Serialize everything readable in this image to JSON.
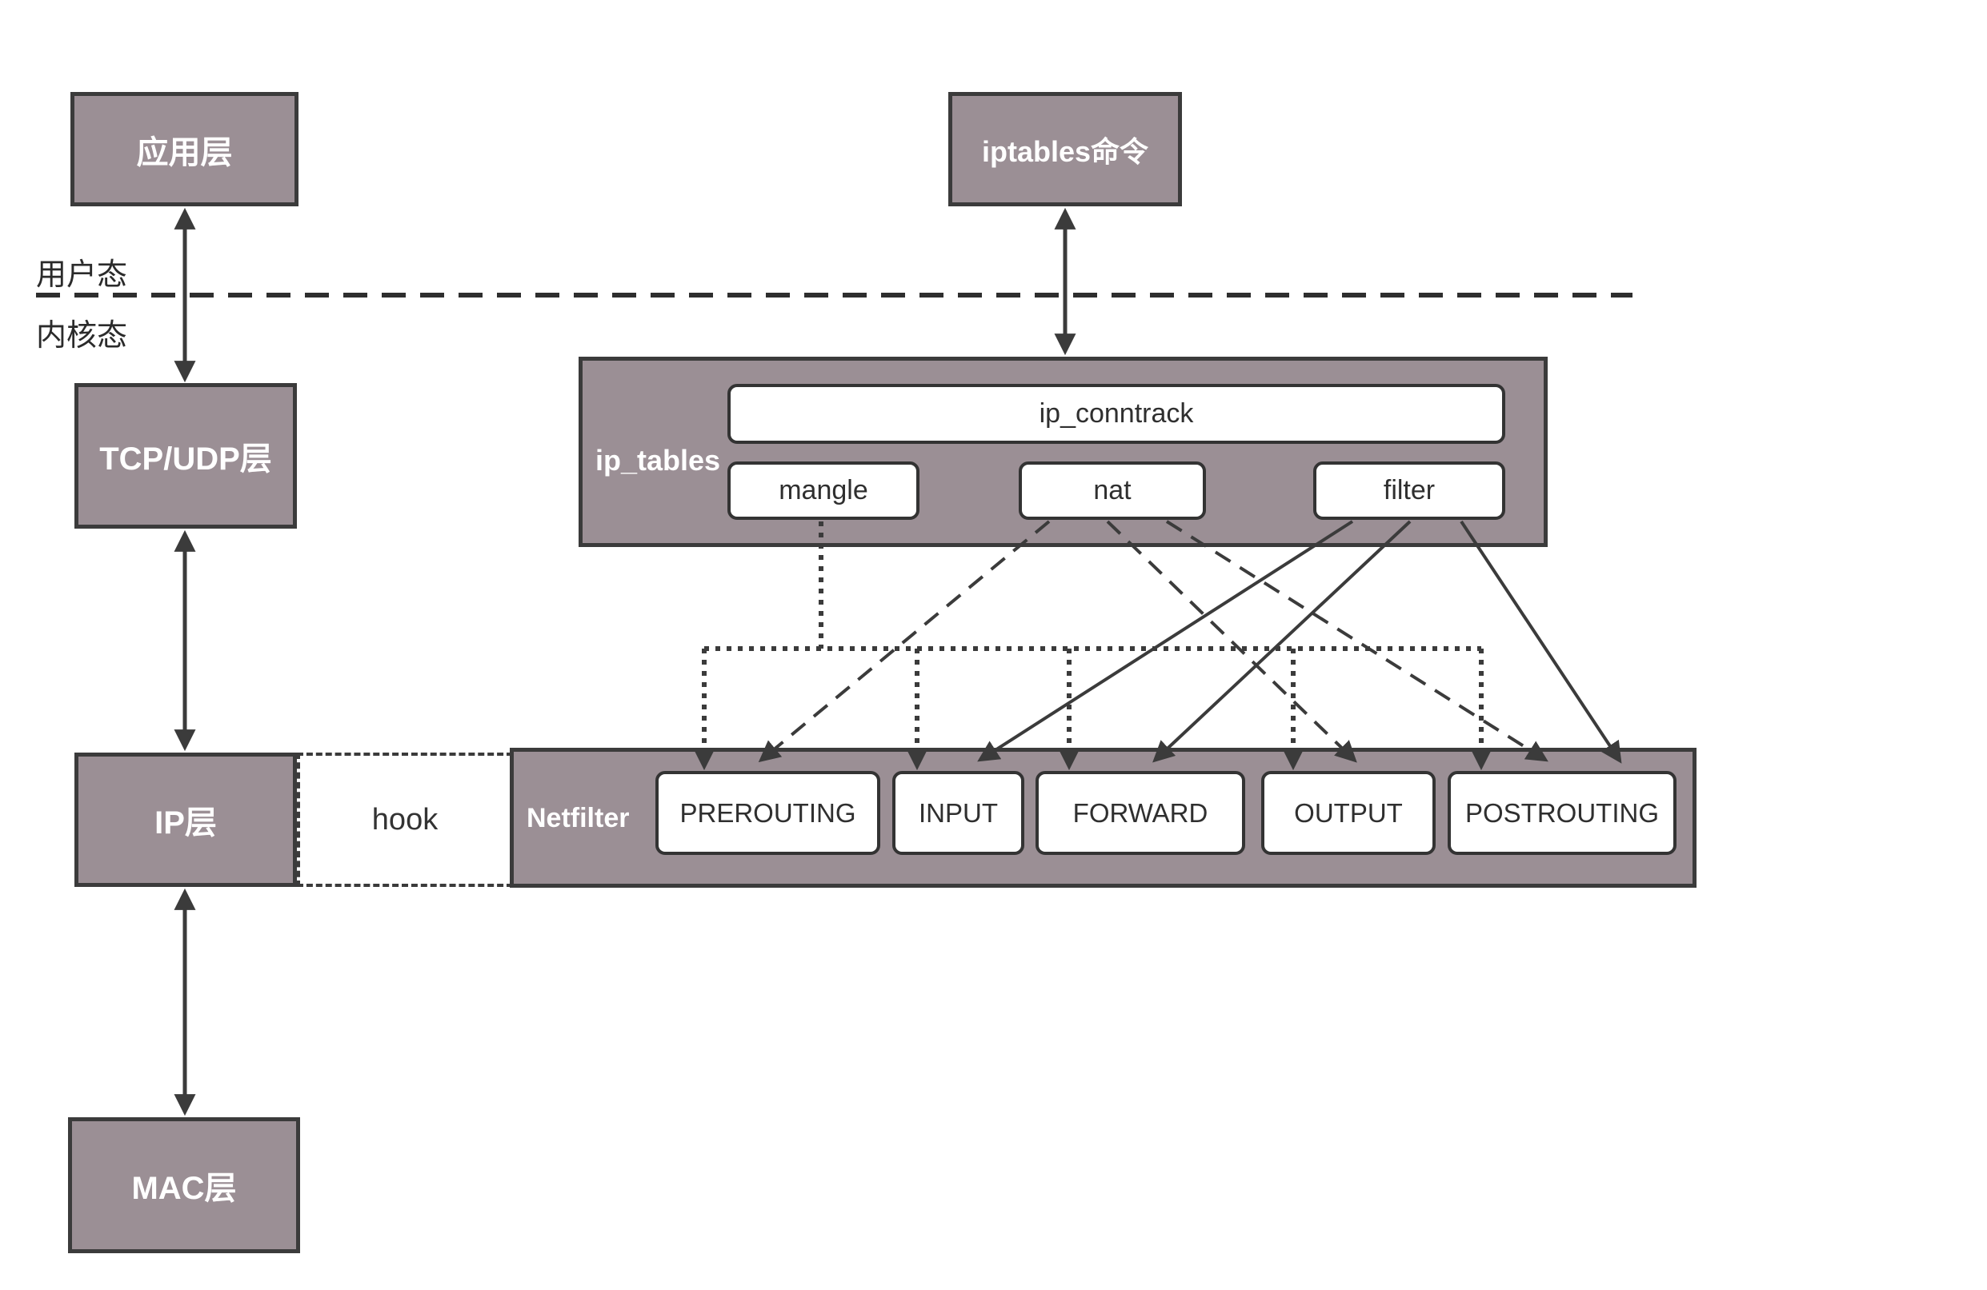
{
  "modes": {
    "user": "用户态",
    "kernel": "内核态"
  },
  "layers": {
    "app": "应用层",
    "tcp_udp": "TCP/UDP层",
    "ip": "IP层",
    "mac": "MAC层"
  },
  "iptables_cmd": "iptables命令",
  "ip_tables": {
    "label": "ip_tables",
    "conntrack": "ip_conntrack",
    "tables": [
      "mangle",
      "nat",
      "filter"
    ]
  },
  "netfilter": {
    "label": "Netfilter",
    "hook": "hook",
    "chains": [
      "PREROUTING",
      "INPUT",
      "FORWARD",
      "OUTPUT",
      "POSTROUTING"
    ]
  },
  "connections": [
    {
      "from": "mangle",
      "line_style": "dotted",
      "to": [
        "PREROUTING",
        "INPUT",
        "FORWARD",
        "OUTPUT",
        "POSTROUTING"
      ]
    },
    {
      "from": "nat",
      "line_style": "dashed",
      "to": [
        "PREROUTING",
        "OUTPUT",
        "POSTROUTING"
      ]
    },
    {
      "from": "filter",
      "line_style": "solid",
      "to": [
        "INPUT",
        "FORWARD",
        "POSTROUTING"
      ]
    },
    {
      "from": "iptables命令",
      "line_style": "double-arrow",
      "to": [
        "ip_tables"
      ]
    },
    {
      "from": "应用层",
      "line_style": "double-arrow",
      "to": [
        "TCP/UDP层"
      ]
    },
    {
      "from": "TCP/UDP层",
      "line_style": "double-arrow",
      "to": [
        "IP层"
      ]
    },
    {
      "from": "IP层",
      "line_style": "double-arrow",
      "to": [
        "MAC层"
      ]
    }
  ],
  "colors": {
    "box_fill": "#9b8f95",
    "border": "#3b3b3b",
    "inner_box_fill": "#ffffff",
    "text_on_fill": "#ffffff",
    "text_dark": "#333333"
  }
}
